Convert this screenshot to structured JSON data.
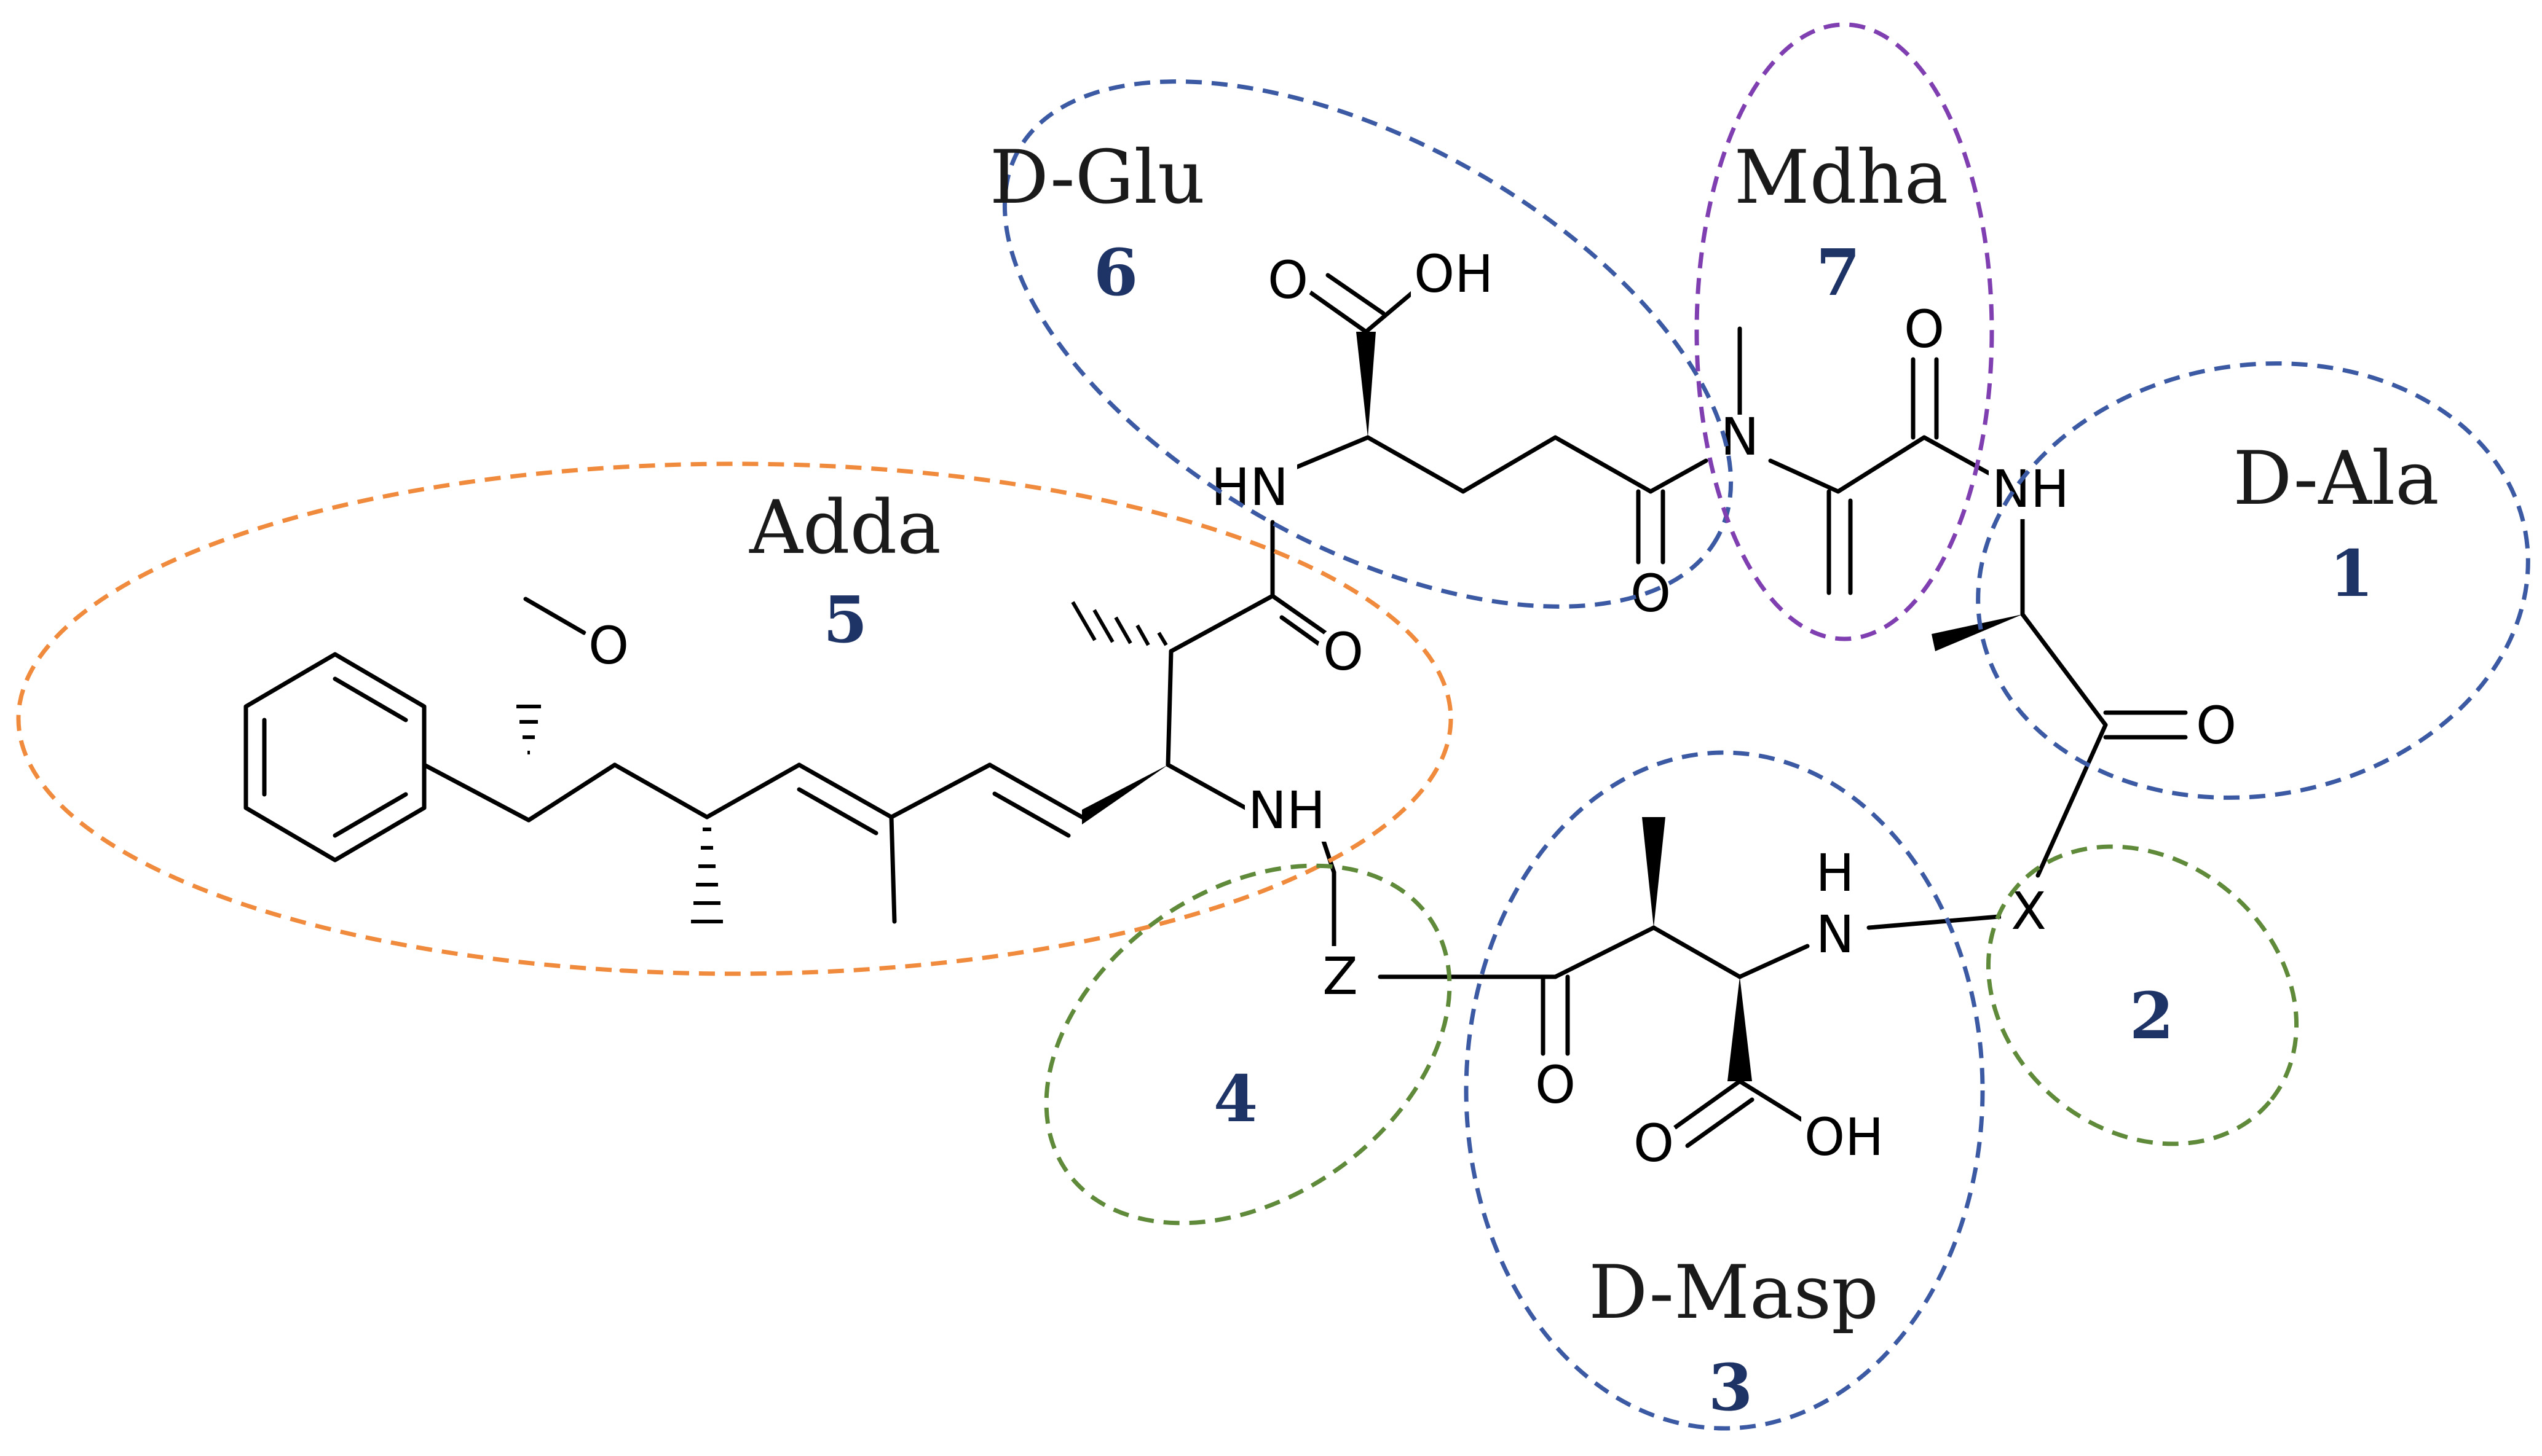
{
  "colors": {
    "number": "#1f3466",
    "dash_blue": "#3b5aa3",
    "dash_orange": "#f08a3c",
    "dash_purple": "#7f3fb0",
    "dash_green": "#5f8a3a"
  },
  "residues": [
    {
      "key": "dala",
      "name": "D-Ala",
      "number": "1"
    },
    {
      "key": "x",
      "name": "",
      "number": "2"
    },
    {
      "key": "dmasp",
      "name": "D-Masp",
      "number": "3"
    },
    {
      "key": "z",
      "name": "",
      "number": "4"
    },
    {
      "key": "adda",
      "name": "Adda",
      "number": "5"
    },
    {
      "key": "dglu",
      "name": "D-Glu",
      "number": "6"
    },
    {
      "key": "mdha",
      "name": "Mdha",
      "number": "7"
    }
  ],
  "atoms": {
    "o": "O",
    "oh": "OH",
    "n": "N",
    "nh": "NH",
    "hn": "HN",
    "h": "H",
    "x": "X",
    "z": "Z"
  }
}
